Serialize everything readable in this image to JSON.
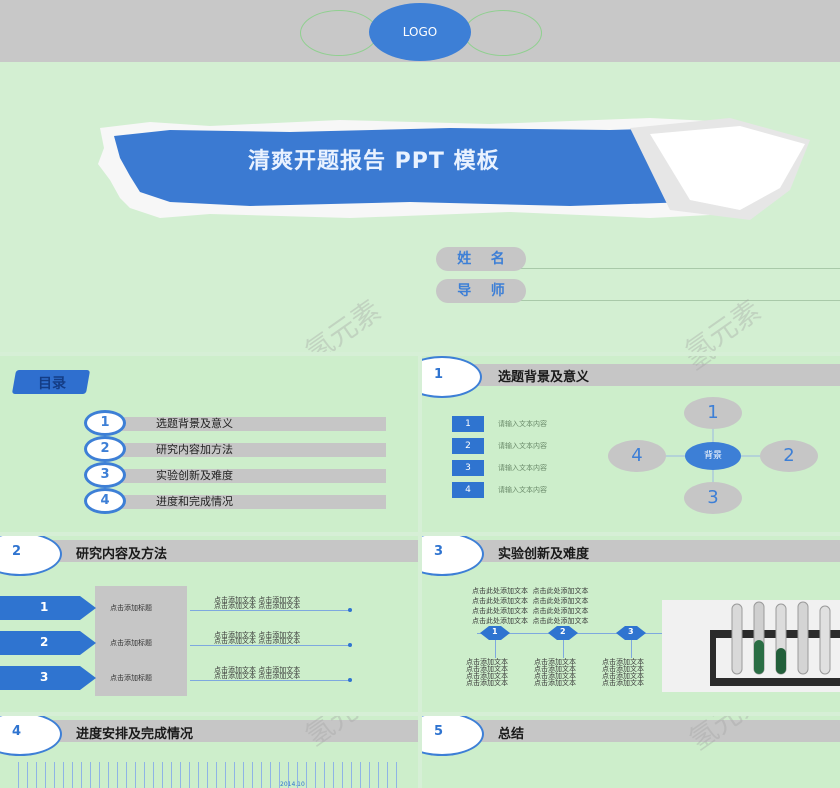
{
  "cover": {
    "logo": "LOGO",
    "title": "清爽开题报告 PPT 模板",
    "name_label": "姓    名",
    "advisor_label": "导    师"
  },
  "watermark": "氢元素",
  "toc": {
    "title": "目录",
    "items": [
      {
        "num": "1",
        "label": "选题背景及意义"
      },
      {
        "num": "2",
        "label": "研究内容加方法"
      },
      {
        "num": "3",
        "label": "实验创新及难度"
      },
      {
        "num": "4",
        "label": "进度和完成情况"
      }
    ]
  },
  "s1": {
    "num": "1",
    "title": "选题背景及意义",
    "list": [
      {
        "num": "1",
        "text": "请输入文本内容"
      },
      {
        "num": "2",
        "text": "请输入文本内容"
      },
      {
        "num": "3",
        "text": "请输入文本内容"
      },
      {
        "num": "4",
        "text": "请输入文本内容"
      }
    ],
    "center": "背景",
    "nodes": [
      "1",
      "2",
      "3",
      "4"
    ]
  },
  "s2": {
    "num": "2",
    "title": "研究内容及方法",
    "rows": [
      {
        "num": "1",
        "heading": "点击添加标题",
        "line1": "点击添加文本 点击添加文本",
        "line2": "点击添加文本 点击添加文本"
      },
      {
        "num": "2",
        "heading": "点击添加标题",
        "line1": "点击添加文本 点击添加文本",
        "line2": "点击添加文本 点击添加文本"
      },
      {
        "num": "3",
        "heading": "点击添加标题",
        "line1": "点击添加文本 点击添加文本",
        "line2": "点击添加文本 点击添加文本"
      }
    ]
  },
  "s3": {
    "num": "3",
    "title": "实验创新及难度",
    "top_lines": [
      "点击此处添加文本  点击此处添加文本",
      "点击此处添加文本  点击此处添加文本",
      "点击此处添加文本  点击此处添加文本",
      "点击此处添加文本  点击此处添加文本"
    ],
    "markers": [
      "1",
      "2",
      "3"
    ],
    "col_text": "点击添加文本"
  },
  "s4": {
    "num": "4",
    "title": "进度安排及完成情况",
    "date": "2014.10"
  },
  "s5": {
    "num": "5",
    "title": "总结"
  }
}
